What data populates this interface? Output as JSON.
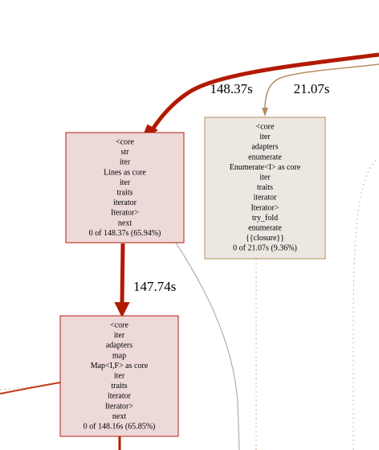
{
  "colors": {
    "hot_fill": "#eed9d9",
    "hot_stroke": "#b2200a",
    "hot_edge": "#b21a00",
    "warm_fill": "#ede7e2",
    "warm_stroke": "#b28b62",
    "warm_edge": "#b48c62",
    "thin_edge": "#b0b0b0",
    "dotted_edge": "#cc9a80"
  },
  "edges": {
    "e1": {
      "label": "148.37s"
    },
    "e2": {
      "label": "21.07s"
    },
    "e3": {
      "label": "147.74s"
    }
  },
  "nodes": {
    "n1": {
      "lines": [
        "<core",
        "str",
        "iter",
        "Lines as core",
        "iter",
        "traits",
        "iterator",
        "Iterator>",
        "next"
      ],
      "footer": "0 of 148.37s (65.94%)"
    },
    "n2": {
      "lines": [
        "<core",
        "iter",
        "adapters",
        "enumerate",
        "Enumerate<I> as core",
        "iter",
        "traits",
        "iterator",
        "Iterator>",
        "try_fold",
        "enumerate",
        "{{closure}}"
      ],
      "footer": "0 of 21.07s (9.36%)"
    },
    "n3": {
      "lines": [
        "<core",
        "iter",
        "adapters",
        "map",
        "Map<I,F> as core",
        "iter",
        "traits",
        "iterator",
        "Iterator>",
        "next"
      ],
      "footer": "0 of 148.16s (65.85%)"
    }
  }
}
